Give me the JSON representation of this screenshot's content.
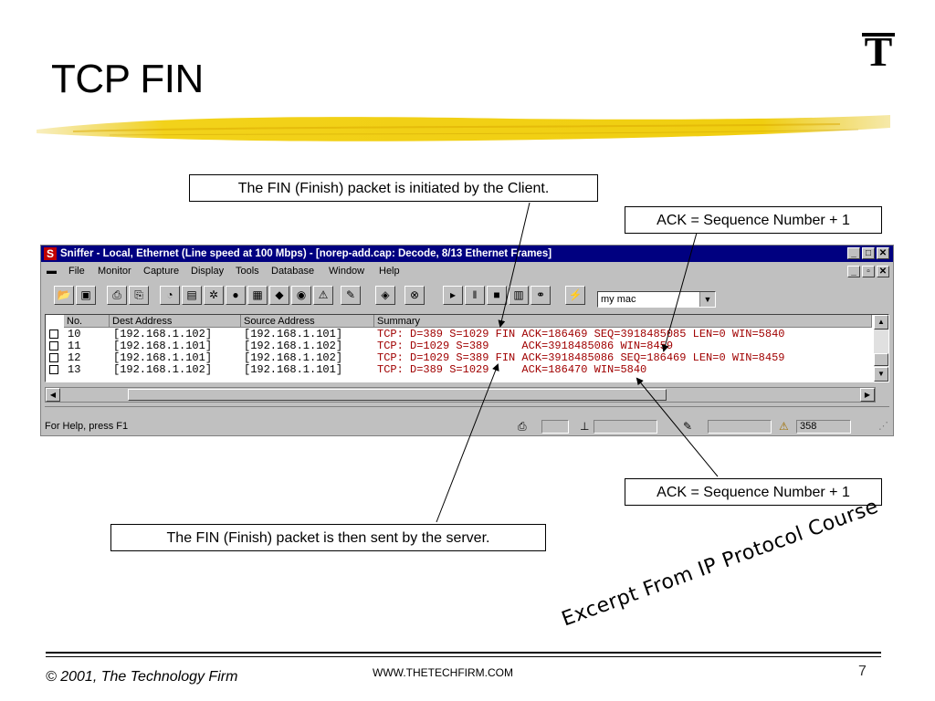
{
  "slide": {
    "title": "TCP FIN",
    "logo_text": "T",
    "footer": {
      "copyright": "© 2001, The Technology Firm",
      "website": "WWW.THETECHFIRM.COM",
      "page_number": "7"
    },
    "excerpt": "Excerpt From IP Protocol Course"
  },
  "callouts": {
    "client_fin": "The FIN (Finish) packet is initiated by the Client.",
    "ack_top": "ACK = Sequence Number + 1",
    "ack_bottom": "ACK = Sequence Number + 1",
    "server_fin": "The FIN (Finish) packet is then sent by the server."
  },
  "window": {
    "title": "Sniffer - Local, Ethernet (Line speed at 100 Mbps) - [norep-add.cap: Decode, 8/13 Ethernet Frames]",
    "menu": [
      "File",
      "Monitor",
      "Capture",
      "Display",
      "Tools",
      "Database",
      "Window",
      "Help"
    ],
    "filter_value": "my mac",
    "columns": [
      "No.",
      "Dest Address",
      "Source Address",
      "Summary"
    ],
    "rows": [
      {
        "no": "10",
        "dest": "[192.168.1.102]",
        "src": "[192.168.1.101]",
        "summary": "TCP: D=389 S=1029 FIN ACK=186469 SEQ=3918485085 LEN=0 WIN=5840"
      },
      {
        "no": "11",
        "dest": "[192.168.1.101]",
        "src": "[192.168.1.102]",
        "summary": "TCP: D=1029 S=389     ACK=3918485086 WIN=8459"
      },
      {
        "no": "12",
        "dest": "[192.168.1.101]",
        "src": "[192.168.1.102]",
        "summary": "TCP: D=1029 S=389 FIN ACK=3918485086 SEQ=186469 LEN=0 WIN=8459"
      },
      {
        "no": "13",
        "dest": "[192.168.1.102]",
        "src": "[192.168.1.101]",
        "summary": "TCP: D=389 S=1029     ACK=186470 WIN=5840"
      }
    ],
    "status": {
      "help": "For Help, press F1",
      "count": "358"
    }
  },
  "colors": {
    "titlebar": "#000080",
    "summary_text": "#a00000",
    "brush": "#f2d21a"
  }
}
